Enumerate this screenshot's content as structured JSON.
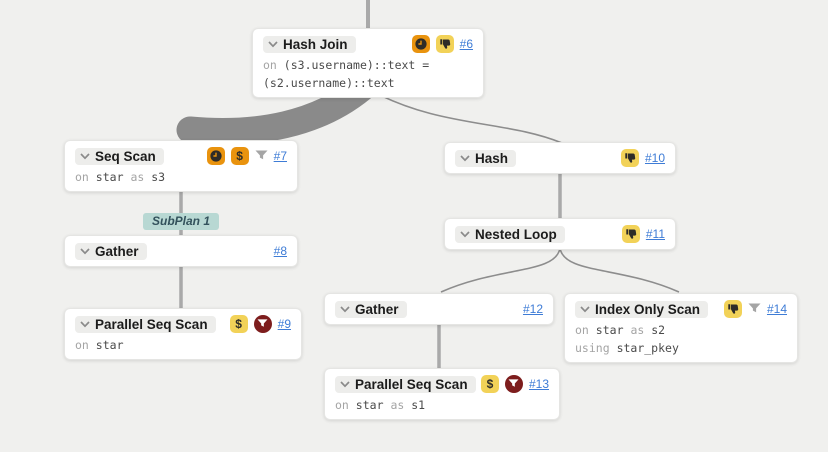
{
  "app": {
    "view": "query plan diagram",
    "background_color": "#f0f0ee",
    "accent_colors": {
      "warning_orange": "#e9930e",
      "warning_yellow": "#f2d258",
      "severe_red": "#7d1d1d",
      "link_blue": "#3e7cd6",
      "subplan_teal": "#b8d8d3",
      "edge_gray": "#8d8d8d"
    }
  },
  "diagram": {
    "subplan_label": "SubPlan 1",
    "nodes": {
      "hash_join": {
        "title": "Hash Join",
        "ref": "#6",
        "icons": [
          "clock-icon",
          "thumbs-down-icon"
        ],
        "line1": {
          "kw": "on",
          "val": "(s3.username)::text ="
        },
        "line2": {
          "val": "(s2.username)::text"
        }
      },
      "seq_scan_7": {
        "title": "Seq Scan",
        "ref": "#7",
        "icons": [
          "clock-icon",
          "dollar-icon",
          "filter-icon"
        ],
        "line1": {
          "kw": "on",
          "val": "star",
          "kw2": "as",
          "val2": "s3"
        }
      },
      "gather_8": {
        "title": "Gather",
        "ref": "#8",
        "icons": []
      },
      "parallel_seq_scan_9": {
        "title": "Parallel Seq Scan",
        "ref": "#9",
        "icons": [
          "dollar-icon",
          "filter-red-icon"
        ],
        "line1": {
          "kw": "on",
          "val": "star"
        }
      },
      "hash_10": {
        "title": "Hash",
        "ref": "#10",
        "icons": [
          "thumbs-down-icon"
        ]
      },
      "nested_loop_11": {
        "title": "Nested Loop",
        "ref": "#11",
        "icons": [
          "thumbs-down-icon"
        ]
      },
      "gather_12": {
        "title": "Gather",
        "ref": "#12",
        "icons": []
      },
      "parallel_seq_scan_13": {
        "title": "Parallel Seq Scan",
        "ref": "#13",
        "icons": [
          "dollar-icon",
          "filter-red-icon"
        ],
        "line1": {
          "kw": "on",
          "val": "star",
          "kw2": "as",
          "val2": "s1"
        }
      },
      "index_only_scan_14": {
        "title": "Index Only Scan",
        "ref": "#14",
        "icons": [
          "thumbs-down-icon",
          "filter-icon"
        ],
        "line1": {
          "kw": "on",
          "val": "star",
          "kw2": "as",
          "val2": "s2"
        },
        "line2": {
          "kw": "using",
          "val": "star_pkey"
        }
      }
    },
    "edges": [
      {
        "from": "parent",
        "to": "hash_join",
        "weight": "normal"
      },
      {
        "from": "hash_join",
        "to": "seq_scan_7",
        "weight": "very-thick"
      },
      {
        "from": "hash_join",
        "to": "hash_10",
        "weight": "thin"
      },
      {
        "from": "seq_scan_7",
        "to": "gather_8",
        "weight": "normal",
        "via": "SubPlan 1"
      },
      {
        "from": "gather_8",
        "to": "parallel_seq_scan_9",
        "weight": "normal"
      },
      {
        "from": "hash_10",
        "to": "nested_loop_11",
        "weight": "normal"
      },
      {
        "from": "nested_loop_11",
        "to": "gather_12",
        "weight": "thin"
      },
      {
        "from": "nested_loop_11",
        "to": "index_only_scan_14",
        "weight": "thin"
      },
      {
        "from": "gather_12",
        "to": "parallel_seq_scan_13",
        "weight": "normal"
      }
    ]
  }
}
